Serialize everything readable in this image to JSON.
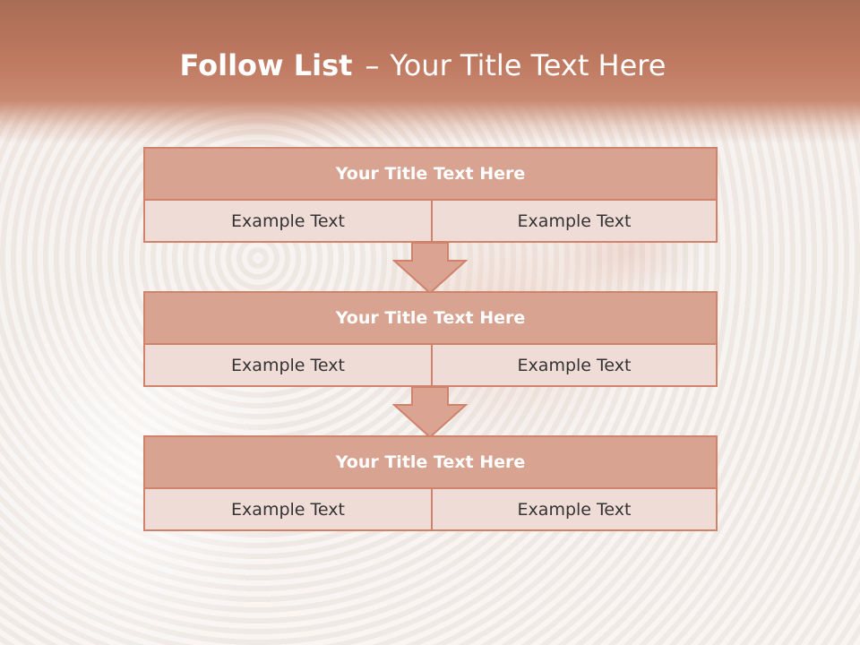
{
  "slide": {
    "title_bold": "Follow List",
    "title_separator": "–",
    "title_rest": "Your Title Text Here"
  },
  "blocks": [
    {
      "title": "Your Title Text Here",
      "left_text": "Example Text",
      "right_text": "Example Text"
    },
    {
      "title": "Your Title Text Here",
      "left_text": "Example Text",
      "right_text": "Example Text"
    },
    {
      "title": "Your Title Text Here",
      "left_text": "Example Text",
      "right_text": "Example Text"
    }
  ],
  "colors": {
    "header": "#c07a62",
    "block_head": "#d8a390",
    "block_body": "#f0dcd6",
    "border": "#d0826a",
    "arrow": "#dba392"
  },
  "icons": [
    "down-arrow-icon",
    "down-arrow-icon"
  ]
}
